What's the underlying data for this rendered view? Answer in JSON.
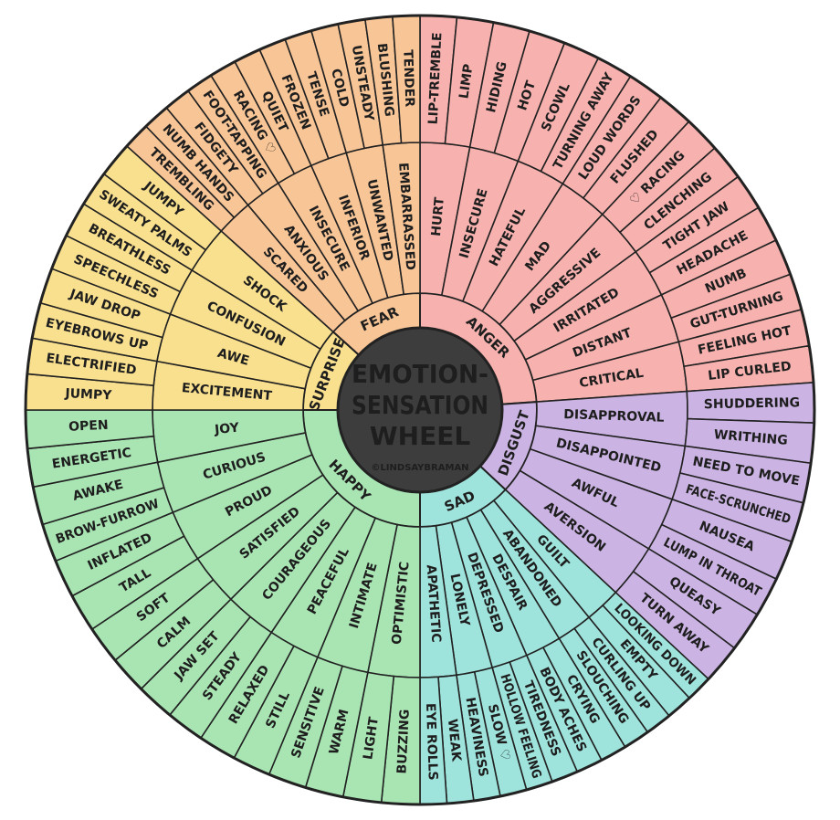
{
  "center": {
    "title_lines": [
      "EMOTION-",
      "SENSATION",
      "WHEEL"
    ],
    "credit": "©LINDSAYBRAMAN",
    "color": "#3d3d3d"
  },
  "emotions": [
    {
      "name": "ANGER",
      "color": "#f7b1ae",
      "feelings": [
        "HURT",
        "INSECURE",
        "HATEFUL",
        "MAD",
        "AGGRESSIVE",
        "IRRITATED",
        "DISTANT",
        "CRITICAL"
      ],
      "sensations": [
        "LIP-TREMBLE",
        "LIMP",
        "HIDING",
        "HOT",
        "SCOWL",
        "TURNING AWAY",
        "LOUD WORDS",
        "FLUSHED",
        "♡ RACING",
        "CLENCHING",
        "TIGHT JAW",
        "HEADACHE",
        "NUMB",
        "GUT-TURNING",
        "FEELING HOT",
        "LIP CURLED"
      ]
    },
    {
      "name": "DISGUST",
      "color": "#cbb3e3",
      "feelings": [
        "DISAPPROVAL",
        "DISAPPOINTED",
        "AWFUL",
        "AVERSION"
      ],
      "sensations": [
        "SHUDDERING",
        "WRITHING",
        "NEED TO MOVE",
        "FACE-SCRUNCHED",
        "NAUSEA",
        "LUMP IN THROAT",
        "QUEASY",
        "TURN AWAY"
      ]
    },
    {
      "name": "SAD",
      "color": "#9ee3dc",
      "feelings": [
        "GUILT",
        "ABANDONED",
        "DESPAIR",
        "DEPRESSED",
        "LONELY",
        "APATHETIC"
      ],
      "sensations": [
        "LOOKING DOWN",
        "EMPTY",
        "CURLING UP",
        "SLOUCHING",
        "CRYING",
        "BODY ACHES",
        "TIREDNESS",
        "HOLLOW FEELING",
        "SLOW ♡",
        "HEAVINESS",
        "WEAK",
        "EYE ROLLS"
      ]
    },
    {
      "name": "HAPPY",
      "color": "#a8e5b3",
      "feelings": [
        "OPTIMISTIC",
        "INTIMATE",
        "PEACEFUL",
        "COURAGEOUS",
        "SATISFIED",
        "PROUD",
        "CURIOUS",
        "JOY"
      ],
      "sensations": [
        "BUZZING",
        "LIGHT",
        "WARM",
        "SENSITIVE",
        "STILL",
        "RELAXED",
        "STEADY",
        "JAW SET",
        "CALM",
        "SOFT",
        "TALL",
        "INFLATED",
        "BROW-FURROW",
        "AWAKE",
        "ENERGETIC",
        "OPEN"
      ]
    },
    {
      "name": "SURPRISE",
      "color": "#f9e08e",
      "feelings": [
        "EXCITEMENT",
        "AWE",
        "CONFUSION",
        "SHOCK"
      ],
      "sensations": [
        "JUMPY",
        "ELECTRIFIED",
        "EYEBROWS UP",
        "JAW DROP",
        "SPEECHLESS",
        "BREATHLESS",
        "SWEATY PALMS",
        "JUMPY"
      ]
    },
    {
      "name": "FEAR",
      "color": "#f8c596",
      "feelings": [
        "SCARED",
        "ANXIOUS",
        "INSECURE",
        "INFERIOR",
        "UNWANTED",
        "EMBARRASSED"
      ],
      "sensations": [
        "TREMBLING",
        "NUMB HANDS",
        "FIDGETY",
        "FOOT-TAPPING",
        "RACING ♡",
        "QUIET",
        "FROZEN",
        "TENSE",
        "COLD",
        "UNSTEADY",
        "BLUSHING",
        "TENDER"
      ]
    }
  ]
}
